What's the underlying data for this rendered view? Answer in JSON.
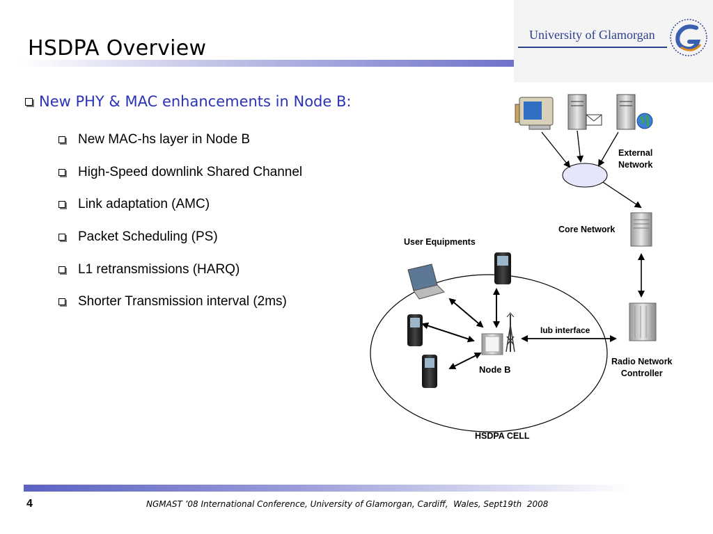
{
  "slide": {
    "title": "HSDPA Overview",
    "logo_text": "University of Glamorgan",
    "main_bullet": "New PHY & MAC enhancements in Node B:",
    "sub_bullets": [
      "New MAC-hs layer in Node B",
      "High-Speed downlink Shared Channel",
      "Link adaptation (AMC)",
      "Packet Scheduling (PS)",
      "L1 retransmissions (HARQ)",
      "Shorter Transmission interval (2ms)"
    ],
    "page_number": "4",
    "footer": "NGMAST ’08 International Conference, University of Glamorgan, Cardiff,  Wales, Sept19th  2008"
  },
  "diagram": {
    "external_network": "External\nNetwork",
    "core_network": "Core Network",
    "user_equipments": "User Equipments",
    "iub_interface": "Iub interface",
    "node_b": "Node B",
    "rnc": "Radio Network\nController",
    "hsdpa_cell": "HSDPA CELL"
  },
  "colors": {
    "accent_blue": "#2a33b8",
    "cloud_fill": "#e6e6fa",
    "logo_blue": "#2c3f8c"
  }
}
